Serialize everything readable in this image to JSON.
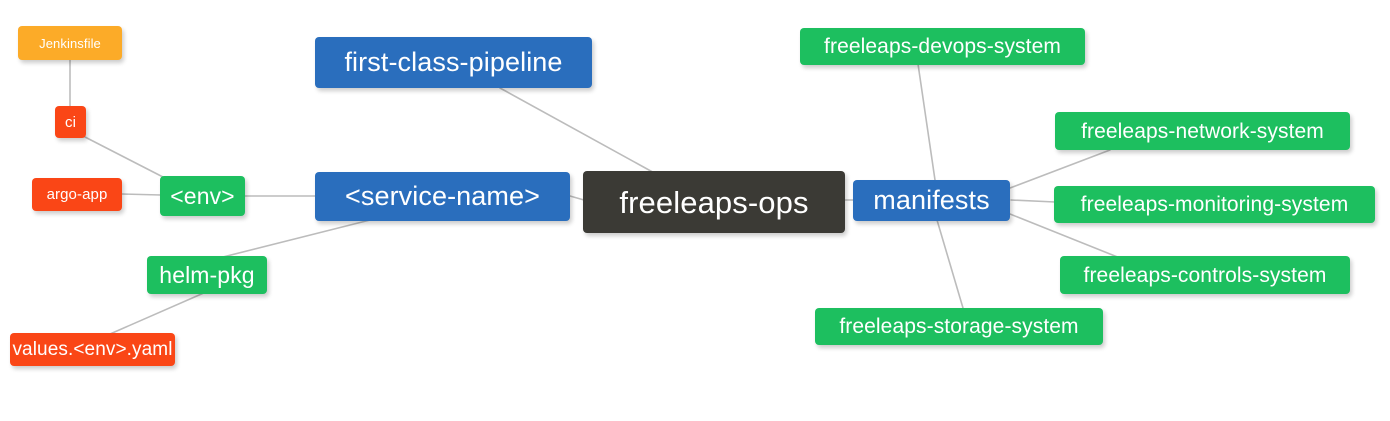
{
  "diagram": {
    "title": "freeleaps-ops repository structure mindmap",
    "type": "mindmap",
    "background": "#ffffff",
    "edge_color": "#bcbcbc",
    "palette": {
      "root_dark": "#3b3a35",
      "blue": "#2a6ebd",
      "green": "#1dbf5f",
      "red": "#fa4616",
      "orange": "#fcab28"
    }
  },
  "nodes": {
    "root": {
      "label": "freeleaps-ops",
      "color": "#3b3a35"
    },
    "service_name": {
      "label": "<service-name>",
      "color": "#2a6ebd"
    },
    "first_class_pipeline": {
      "label": "first-class-pipeline",
      "color": "#2a6ebd"
    },
    "env": {
      "label": "<env>",
      "color": "#1dbf5f"
    },
    "helm_pkg": {
      "label": "helm-pkg",
      "color": "#1dbf5f"
    },
    "ci": {
      "label": "ci",
      "color": "#fa4616"
    },
    "argo_app": {
      "label": "argo-app",
      "color": "#fa4616"
    },
    "values_yaml": {
      "label": "values.<env>.yaml",
      "color": "#fa4616"
    },
    "jenkinsfile": {
      "label": "Jenkinsfile",
      "color": "#fcab28"
    },
    "manifests": {
      "label": "manifests",
      "color": "#2a6ebd"
    },
    "devops_system": {
      "label": "freeleaps-devops-system",
      "color": "#1dbf5f"
    },
    "network_system": {
      "label": "freeleaps-network-system",
      "color": "#1dbf5f"
    },
    "monitoring_system": {
      "label": "freeleaps-monitoring-system",
      "color": "#1dbf5f"
    },
    "controls_system": {
      "label": "freeleaps-controls-system",
      "color": "#1dbf5f"
    },
    "storage_system": {
      "label": "freeleaps-storage-system",
      "color": "#1dbf5f"
    }
  },
  "edges": [
    {
      "from": "root",
      "to": "service_name"
    },
    {
      "from": "root",
      "to": "first_class_pipeline"
    },
    {
      "from": "root",
      "to": "manifests"
    },
    {
      "from": "service_name",
      "to": "env"
    },
    {
      "from": "service_name",
      "to": "helm_pkg"
    },
    {
      "from": "env",
      "to": "ci"
    },
    {
      "from": "env",
      "to": "argo_app"
    },
    {
      "from": "ci",
      "to": "jenkinsfile"
    },
    {
      "from": "helm_pkg",
      "to": "values_yaml"
    },
    {
      "from": "manifests",
      "to": "devops_system"
    },
    {
      "from": "manifests",
      "to": "network_system"
    },
    {
      "from": "manifests",
      "to": "monitoring_system"
    },
    {
      "from": "manifests",
      "to": "controls_system"
    },
    {
      "from": "manifests",
      "to": "storage_system"
    }
  ]
}
